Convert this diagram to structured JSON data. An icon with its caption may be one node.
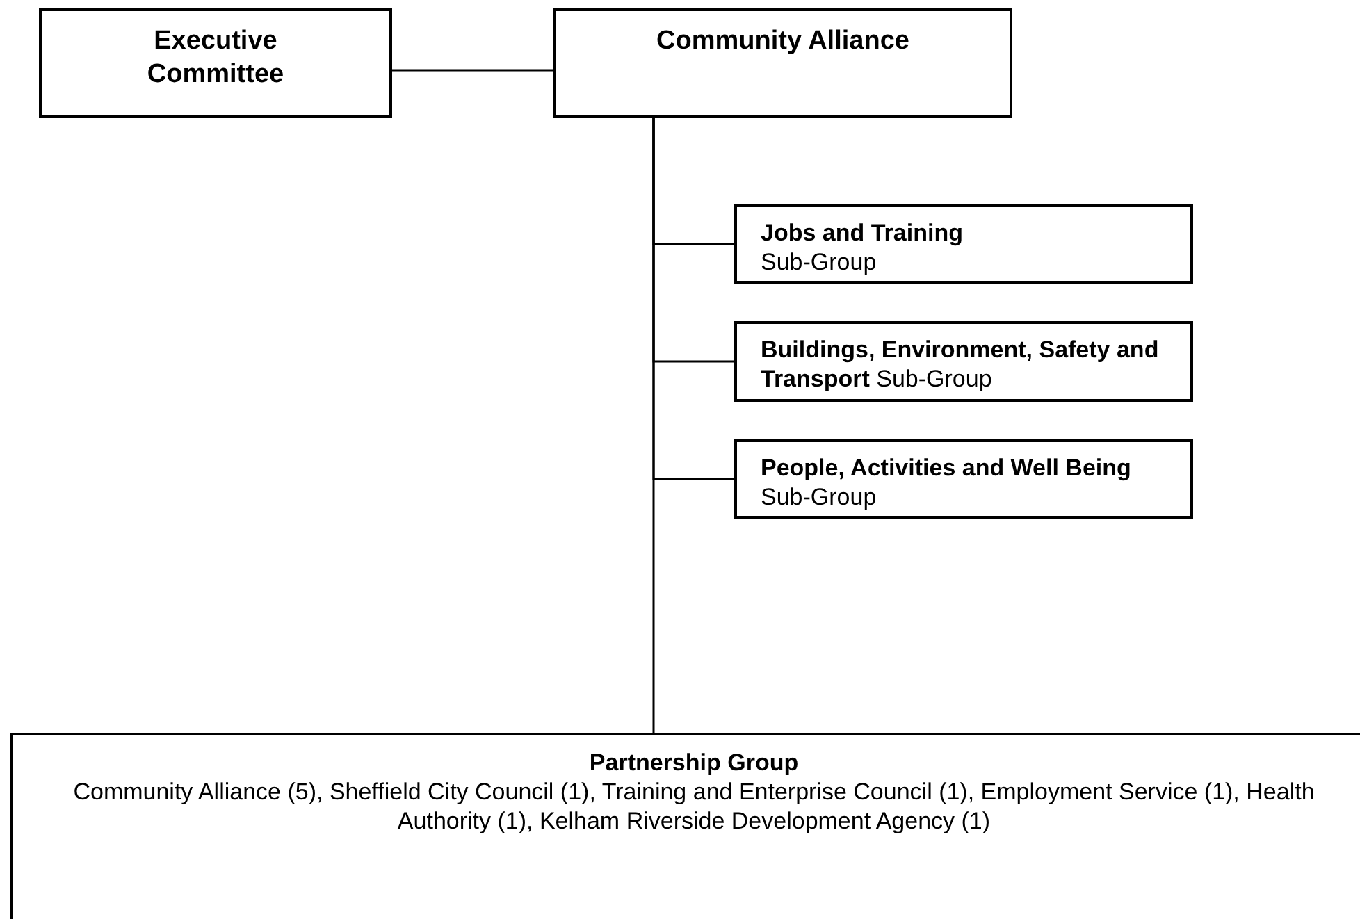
{
  "diagram": {
    "nodes": [
      {
        "text": [
          "Executive Committee"
        ]
      },
      {
        "text": [
          "Community Alliance"
        ]
      },
      {
        "text": [
          "Jobs and Training",
          "Sub-Group"
        ]
      },
      {
        "text": [
          "**Buildings, Environment, Safety and Transport** Sub-Group"
        ]
      },
      {
        "text": [
          "People, Activities and Well Being",
          "Sub-Group"
        ]
      },
      {
        "text": [
          "Partnership Group",
          "Community Alliance (5), Sheffield City Council (1), Training and Enterprise Council (1), Employment Service (1), Health Authority (1), Kelham Riverside Development Agency (1)"
        ]
      }
    ],
    "edges": [
      {
        "from": 0,
        "to": 1,
        "arrow": "none"
      },
      {
        "from": 1,
        "to": 2,
        "arrow": "none"
      },
      {
        "from": 1,
        "to": 3,
        "arrow": "none"
      },
      {
        "from": 1,
        "to": 4,
        "arrow": "none"
      },
      {
        "from": 1,
        "to": 5,
        "arrow": "none"
      }
    ]
  }
}
